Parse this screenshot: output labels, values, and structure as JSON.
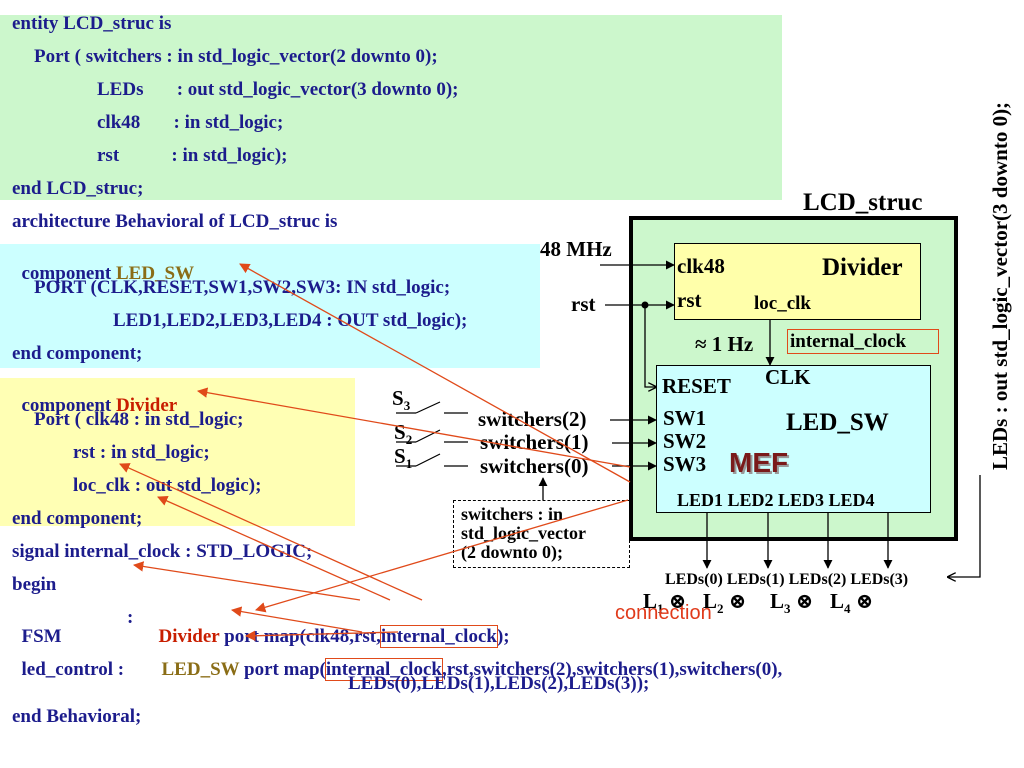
{
  "code": {
    "line1": "entity LCD_struc is",
    "line2": "Port ( switchers : in std_logic_vector(2 downto 0);",
    "line3": "LEDs       : out std_logic_vector(3 downto 0);",
    "line4": "clk48       : in std_logic;",
    "line5": "rst           : in std_logic);",
    "line6": "end LCD_struc;",
    "line7": "architecture Behavioral of LCD_struc is",
    "line8_a": "component ",
    "line8_b": "LED_SW",
    "line9": "PORT (CLK,RESET,SW1,SW2,SW3: IN std_logic;",
    "line10": "LED1,LED2,LED3,LED4 : OUT std_logic);",
    "line11": "end component;",
    "line12_a": "component ",
    "line12_b": "Divider",
    "line13": "Port ( clk48 : in std_logic;",
    "line14": "rst : in std_logic;",
    "line15": "loc_clk : out std_logic);",
    "line16": "end component;",
    "line17": "signal internal_clock : STD_LOGIC;",
    "line18": "begin",
    "line19_a": "FSM",
    "line19_b": ":",
    "line19_c": "Divider",
    "line19_d": " port map(clk48,rst,",
    "line19_e": "internal_clock",
    "line19_f": ");",
    "line20_a": "led_control :",
    "line20_b": "LED_SW",
    "line20_c": " port map(",
    "line20_d": "internal_clock",
    "line20_e": ",rst,switchers(2),switchers(1),switchers(0),",
    "line21": "LEDs(0),LEDs(1),LEDs(2),LEDs(3));",
    "line22": "end Behavioral;"
  },
  "diagram": {
    "title": "LCD_struc",
    "clk_in": "48 MHz",
    "rst_in": "rst",
    "divider": {
      "name": "Divider",
      "clk48": "clk48",
      "rst": "rst",
      "loc_clk": "loc_clk"
    },
    "freq": "≈ 1 Hz",
    "internal_clock": "internal_clock",
    "led_sw": {
      "name": "LED_SW",
      "reset": "RESET",
      "clk": "CLK",
      "sw1": "SW1",
      "sw2": "SW2",
      "sw3": "SW3",
      "leds": "LED1 LED2 LED3 LED4",
      "watermark": "MEF"
    },
    "s3": "S",
    "s3_sub": "3",
    "s2": "S",
    "s2_sub": "2",
    "s1": "S",
    "s1_sub": "1",
    "switchers2": "switchers(2)",
    "switchers1": "switchers(1)",
    "switchers0": "switchers(0)",
    "switchers_note_1": "switchers : in",
    "switchers_note_2": "std_logic_vector",
    "switchers_note_3": "(2 downto 0);",
    "led_outputs": "LEDs(0) LEDs(1) LEDs(2) LEDs(3)",
    "lamps": [
      "L",
      "1",
      "L",
      "2",
      "L",
      "3",
      "L",
      "4"
    ],
    "lamp_symbol": "⊗",
    "connection": "connection",
    "leds_port_vertical": "LEDs : out std_logic_vector(3 downto 0);"
  },
  "colors": {
    "green_bg": "#ccf7cc",
    "cyan_bg": "#ccffff",
    "yellow_bg": "#ffffb4",
    "code_blue": "#1c1c8c",
    "arrow_red": "#e04a1a",
    "divider_fill": "#ffffaa",
    "ledsw_fill": "#ccffff",
    "outer_fill": "#ccf7cc"
  }
}
